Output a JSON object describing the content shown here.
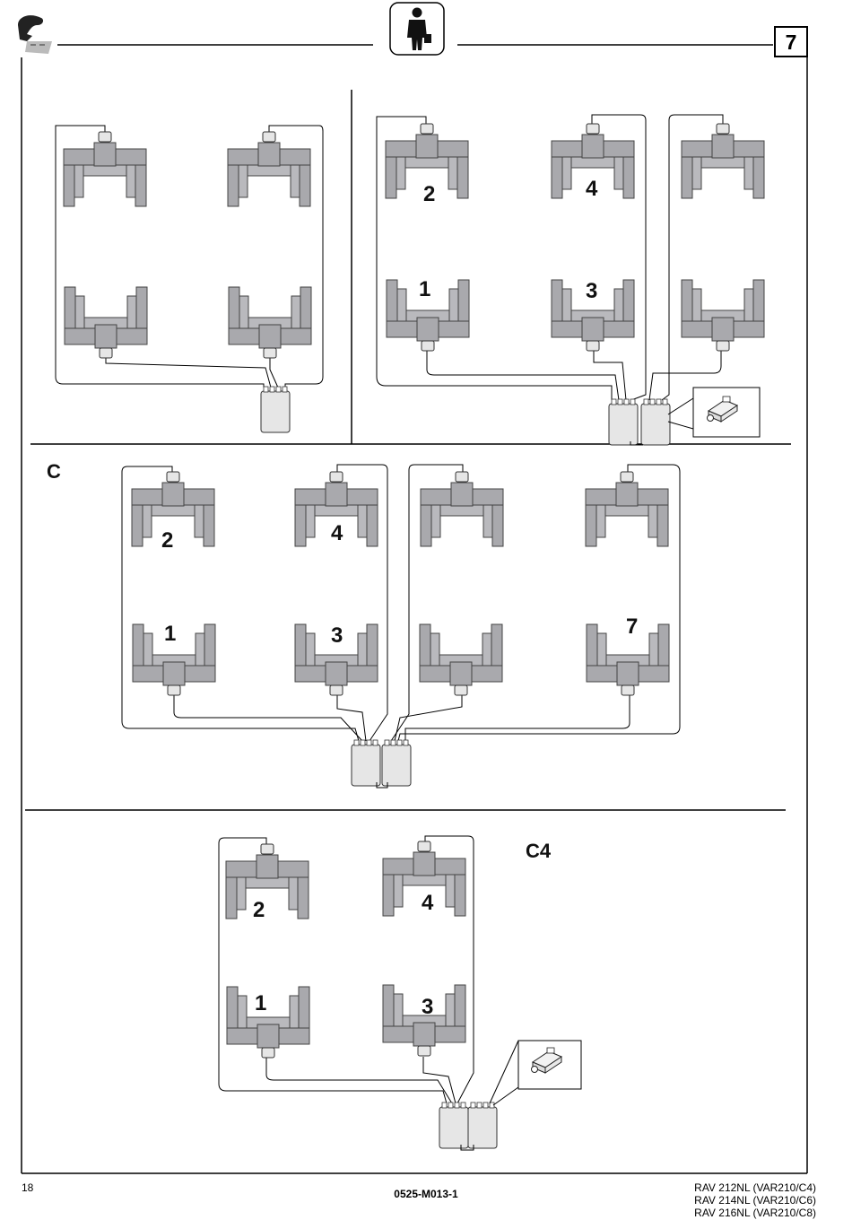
{
  "header": {
    "step_number": "7"
  },
  "sections": {
    "row2_label": "C",
    "row3_label": "C4"
  },
  "column_numbers": {
    "one": "1",
    "two": "2",
    "three": "3",
    "four": "4",
    "seven": "7"
  },
  "footer": {
    "page_number": "18",
    "document_code": "0525-M013-1",
    "models": [
      "RAV 212NL (VAR210/C4)",
      "RAV 214NL (VAR210/C6)",
      "RAV 216NL (VAR210/C8)"
    ]
  },
  "colors": {
    "column_fill": "#a9a9ad",
    "column_edge": "#444444",
    "pump_fill": "#e6e6e6",
    "line": "#000000"
  },
  "icons": {
    "header_left": "brand-logo-icon",
    "header_center": "technician-person-icon",
    "detail_inset": "hose-connector-detail-icon"
  }
}
